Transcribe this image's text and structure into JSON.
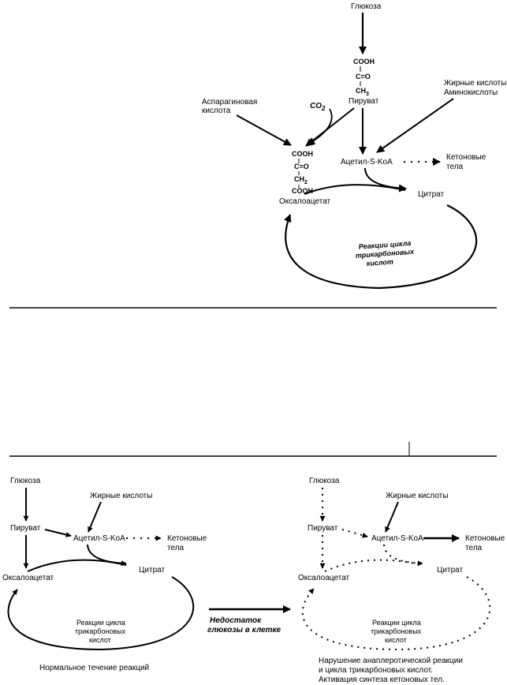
{
  "top": {
    "glucose": "Глюкоза",
    "pyruvate_formula": {
      "l1": "COOH",
      "l2": "C=O",
      "l3a": "CH",
      "l3sub": "3"
    },
    "pyruvate": "Пируват",
    "fatty": "Жирные кислоты",
    "amino": "Аминокислоты",
    "aspartic_1": "Аспарагиновая",
    "aspartic_2": "кислота",
    "co2": "CO",
    "co2_sub": "2",
    "acetyl": "Ацетил-S-KoA",
    "ketone_1": "Кетоновые",
    "ketone_2": "тела",
    "oxalo_formula": {
      "l1": "COOH",
      "l2": "C=O",
      "l3a": "CH",
      "l3sub": "2",
      "l4": "COOH"
    },
    "oxaloacetate": "Оксалоацетат",
    "citrate": "Цитрат",
    "cycle_1": "Реакции цикла",
    "cycle_2": "трикарбоновых",
    "cycle_3": "кислот"
  },
  "left": {
    "glucose": "Глюкоза",
    "fatty": "Жирные кислоты",
    "pyruvate": "Пируват",
    "acetyl": "Ацетил-S-KoA",
    "ketone_1": "Кетоновые",
    "ketone_2": "тела",
    "oxaloacetate": "Оксалоацетат",
    "citrate": "Цитрат",
    "cycle_1": "Реакции цикла",
    "cycle_2": "трикарбоновых",
    "cycle_3": "кислот",
    "caption": "Нормальное течение реакций"
  },
  "middle": {
    "line1": "Недостаток",
    "line2": "глюкозы в клетке"
  },
  "right": {
    "glucose": "Глюкоза",
    "fatty": "Жирные кислоты",
    "pyruvate": "Пируват",
    "acetyl": "Ацетил-S-KoA",
    "ketone_1": "Кетоновые",
    "ketone_2": "тела",
    "oxaloacetate": "Оксалоацетат",
    "citrate": "Цитрат",
    "cycle_1": "Реакции цикла",
    "cycle_2": "трикарбоновых",
    "cycle_3": "кислот",
    "caption_1": "Нарушение анаплеротической реакции",
    "caption_2": "и цикла трикарбоновых кислот.",
    "caption_3": "Активация синтеза кетоновых тел."
  }
}
